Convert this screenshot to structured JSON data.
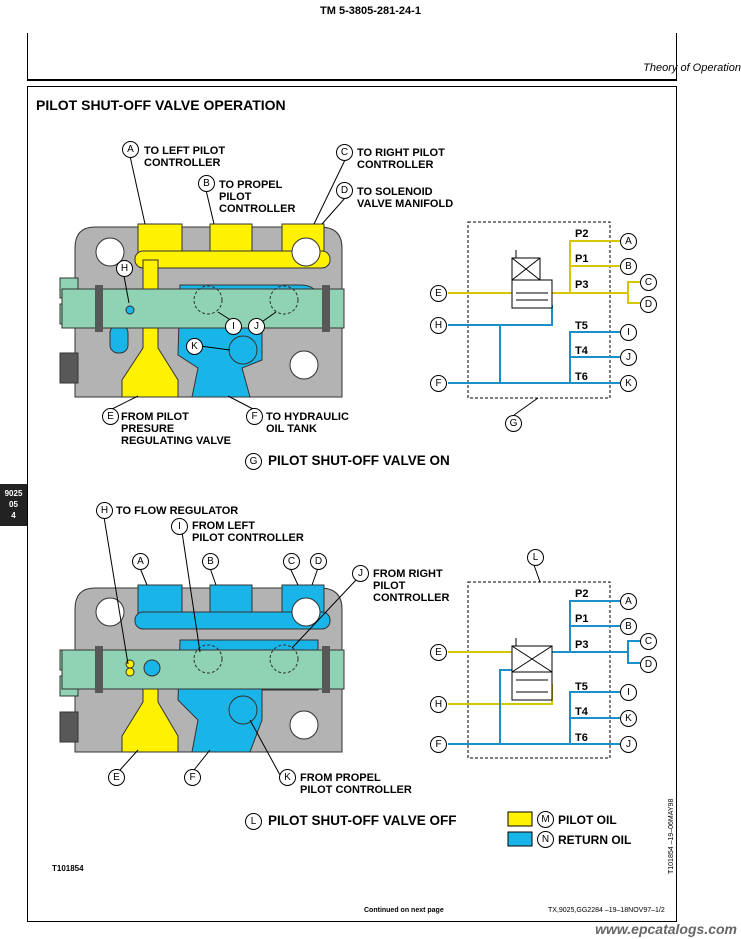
{
  "doc_id": "TM 5-3805-281-24-1",
  "section": "Theory of Operation",
  "title": "PILOT SHUT-OFF VALVE OPERATION",
  "side_tab": [
    "9025",
    "05",
    "4"
  ],
  "top": {
    "labels": {
      "A": [
        "TO LEFT PILOT",
        "CONTROLLER"
      ],
      "B": [
        "TO PROPEL",
        "PILOT",
        "CONTROLLER"
      ],
      "C": [
        "TO RIGHT PILOT",
        "CONTROLLER"
      ],
      "D": [
        "TO SOLENOID",
        "VALVE MANIFOLD"
      ],
      "E": [
        "FROM PILOT",
        "PRESURE",
        "REGULATING VALVE"
      ],
      "F": [
        "TO HYDRAULIC",
        "OIL TANK"
      ]
    },
    "subtitle_letter": "G",
    "subtitle": "PILOT SHUT-OFF VALVE ON"
  },
  "bottom": {
    "labels": {
      "H": "TO FLOW REGULATOR",
      "I": [
        "FROM LEFT",
        "PILOT CONTROLLER"
      ],
      "J": [
        "FROM RIGHT",
        "PILOT",
        "CONTROLLER"
      ],
      "K": [
        "FROM PROPEL",
        "PILOT CONTROLLER"
      ]
    },
    "subtitle_letter": "L",
    "subtitle": "PILOT SHUT-OFF VALVE OFF"
  },
  "schematic_ports": {
    "pressure": [
      "P2",
      "P1",
      "P3"
    ],
    "tank": [
      "T5",
      "T4",
      "T6"
    ]
  },
  "legend": [
    {
      "letter": "M",
      "label": "PILOT OIL",
      "color": "#fff200"
    },
    {
      "letter": "N",
      "label": "RETURN OIL",
      "color": "#19b5e8"
    }
  ],
  "colors": {
    "pilot": "#fff200",
    "return": "#19b5e8",
    "body": "#b3b3b3",
    "spool": "#8fd3b4",
    "dark": "#585858"
  },
  "figure_id": "T101854",
  "side_id": "T101854 –19–06MAY98",
  "continued": "Continued on next page",
  "footer_ref": "TX,9025,GG2284  –19–18NOV97–1/2",
  "watermark": "www.epcatalogs.com"
}
